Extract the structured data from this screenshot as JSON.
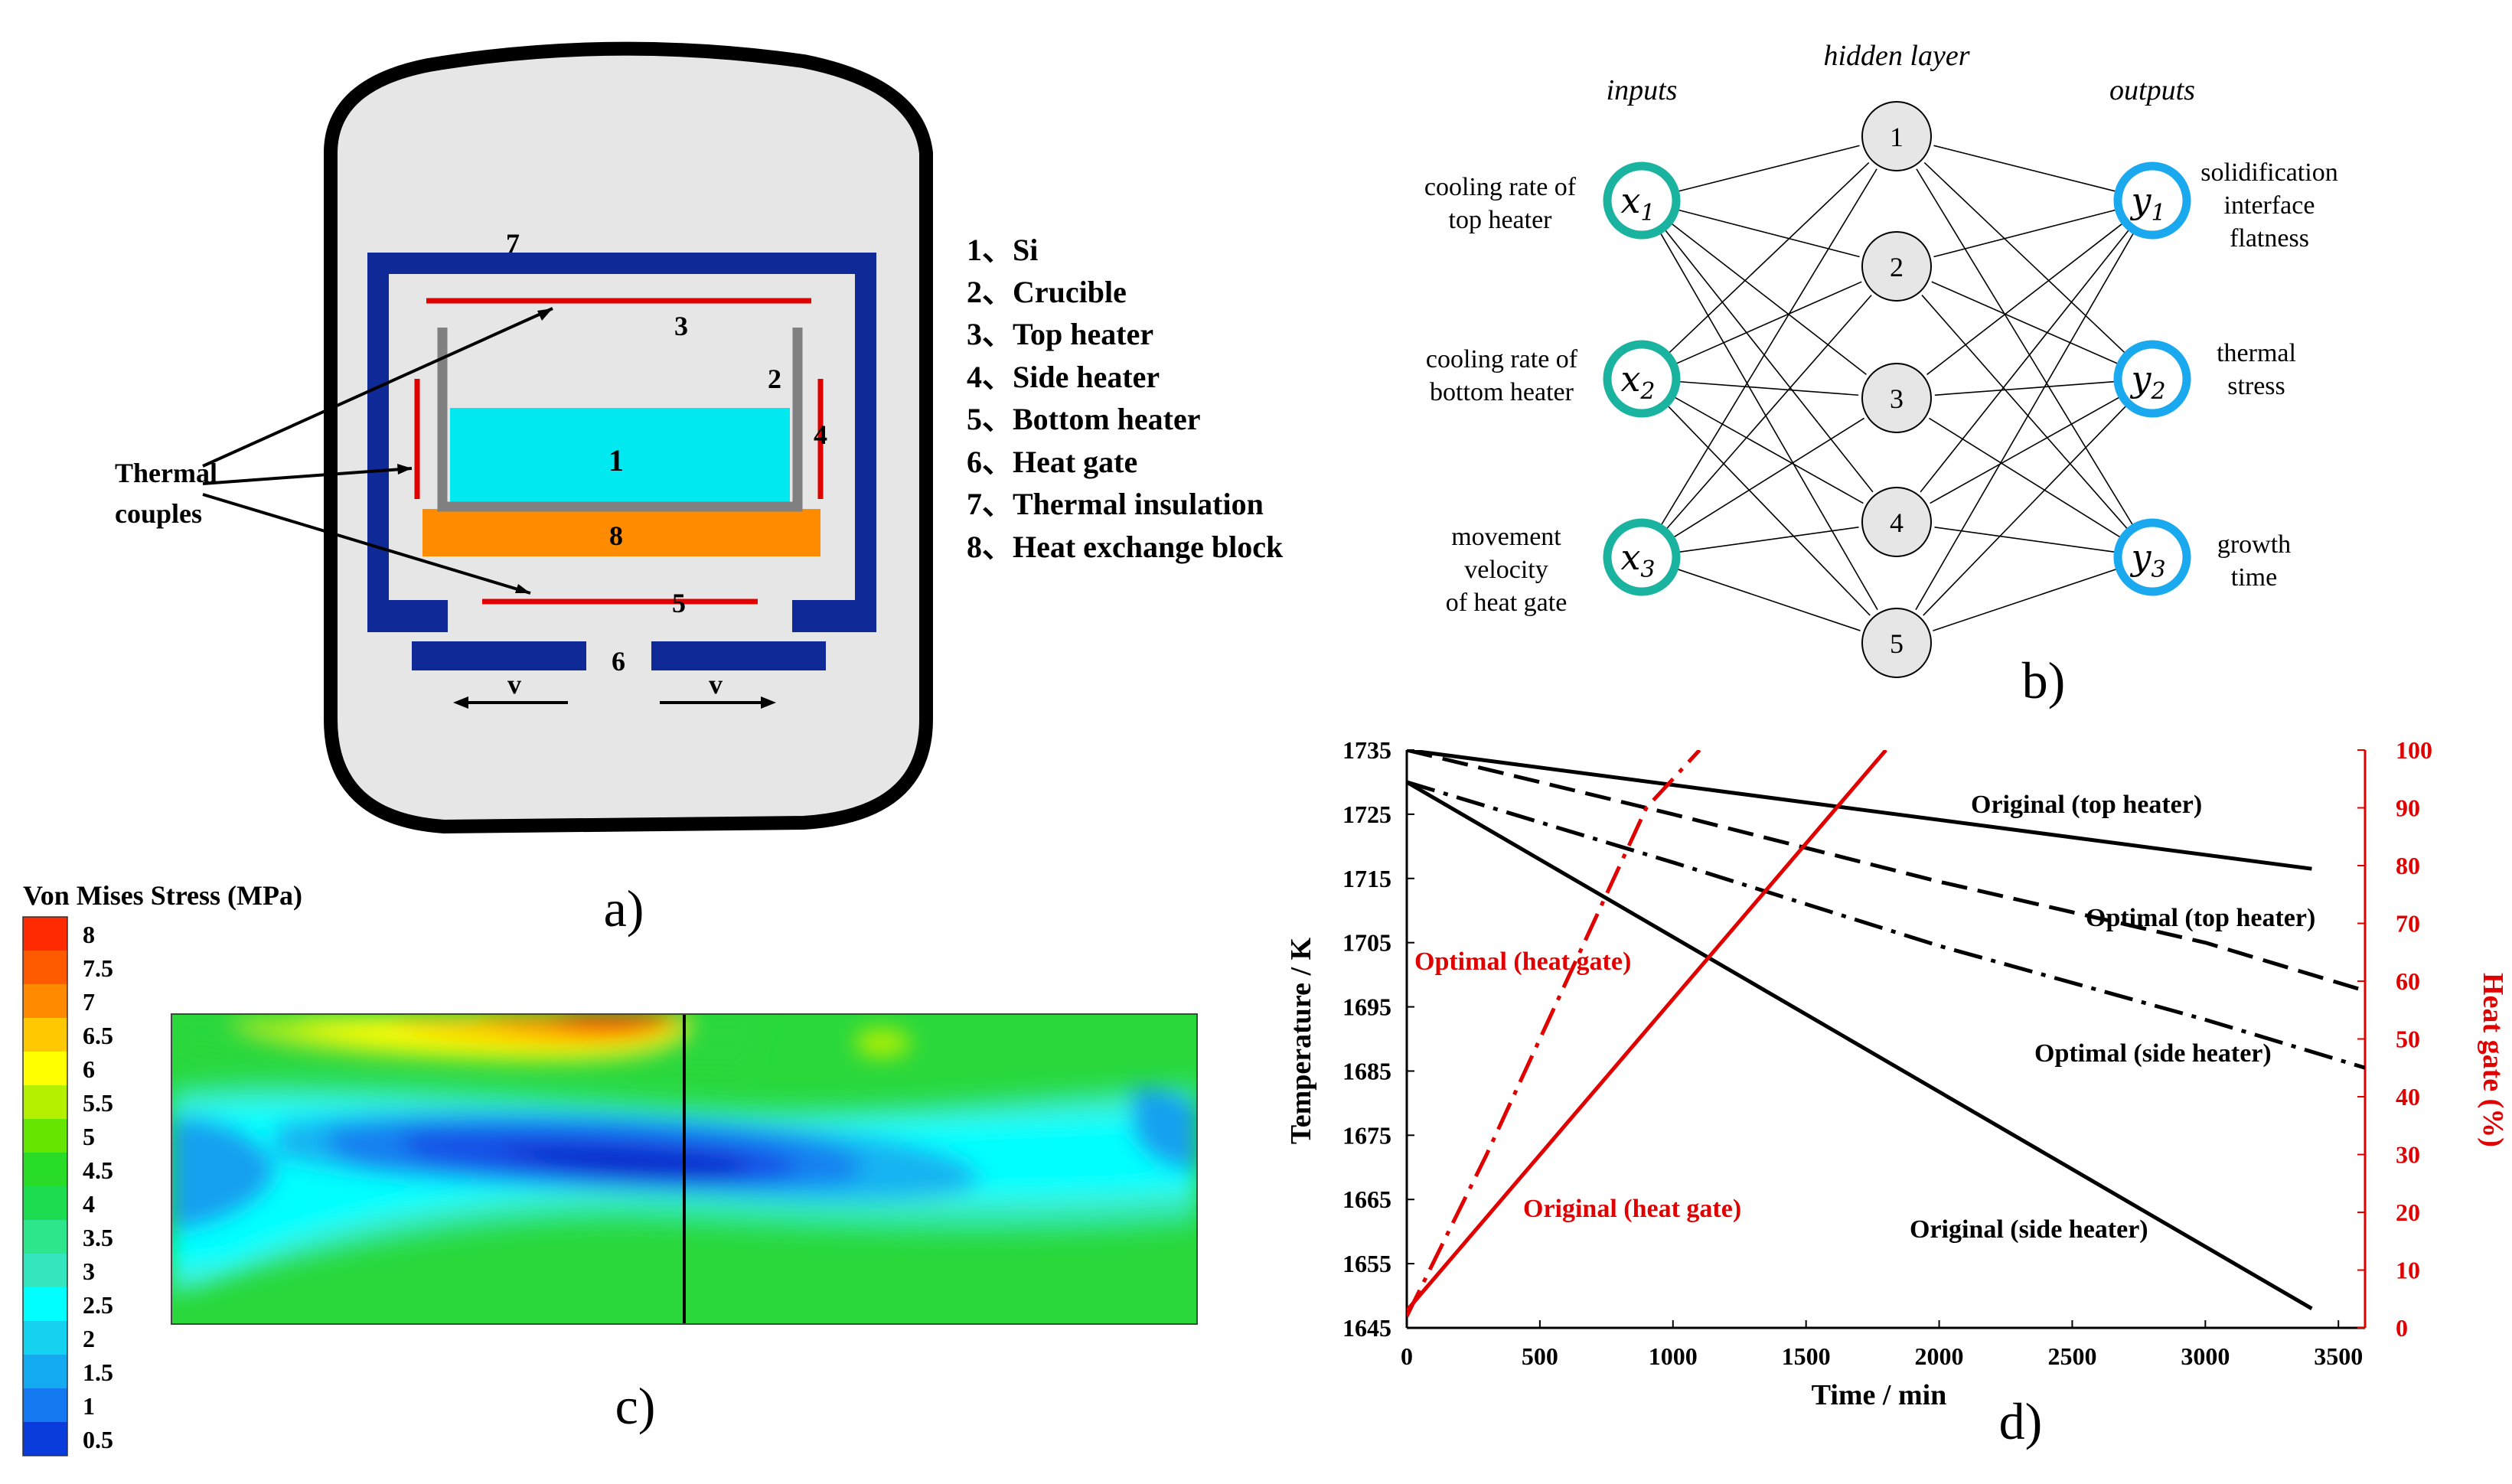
{
  "panel_labels": {
    "a": "a)",
    "b": "b)",
    "c": "c)",
    "d": "d)"
  },
  "furnace": {
    "legend": [
      "1、Si",
      "2、Crucible",
      "3、Top heater",
      "4、Side heater",
      "5、Bottom heater",
      "6、Heat gate",
      "7、Thermal insulation",
      "8、Heat exchange block"
    ],
    "part_numbers": {
      "n1": "1",
      "n2": "2",
      "n3": "3",
      "n4": "4",
      "n5": "5",
      "n6": "6",
      "n7": "7",
      "n8": "8"
    },
    "thermal_couples": [
      "Thermal",
      "couples"
    ],
    "velocity": "v",
    "colors": {
      "insulation": "#0f2a96",
      "silicon": "#00e8f0",
      "block": "#ff8c00",
      "heater": "#e00000",
      "crucible": "#808080",
      "chamber": "#e6e6e6"
    }
  },
  "network": {
    "inputs_title": "inputs",
    "hidden_title": "hidden layer",
    "outputs_title": "outputs",
    "inputs": [
      {
        "symbol": "x",
        "sub": "1",
        "desc": [
          "cooling rate of",
          "top heater"
        ]
      },
      {
        "symbol": "x",
        "sub": "2",
        "desc": [
          "cooling rate of",
          "bottom heater"
        ]
      },
      {
        "symbol": "x",
        "sub": "3",
        "desc": [
          "movement",
          "velocity",
          "of heat gate"
        ]
      }
    ],
    "hidden": [
      "1",
      "2",
      "3",
      "4",
      "5"
    ],
    "outputs": [
      {
        "symbol": "y",
        "sub": "1",
        "desc": [
          "solidification",
          "interface",
          "flatness"
        ]
      },
      {
        "symbol": "y",
        "sub": "2",
        "desc": [
          "thermal",
          "stress"
        ]
      },
      {
        "symbol": "y",
        "sub": "3",
        "desc": [
          "growth",
          "time"
        ]
      }
    ],
    "colors": {
      "input": "#1ab3a0",
      "output": "#1aa8ee",
      "hidden_fill": "#e6e6e6"
    }
  },
  "stress_map": {
    "title": "Von Mises Stress (MPa)",
    "levels": [
      "8",
      "7.5",
      "7",
      "6.5",
      "6",
      "5.5",
      "5",
      "4.5",
      "4",
      "3.5",
      "3",
      "2.5",
      "2",
      "1.5",
      "1",
      "0.5"
    ],
    "colors": [
      "#ff2a00",
      "#ff5a00",
      "#ff8a00",
      "#ffc800",
      "#ffff00",
      "#b4f000",
      "#64e600",
      "#28dc28",
      "#1edc50",
      "#2de68c",
      "#34e6be",
      "#00ffff",
      "#14d2f0",
      "#14aaf0",
      "#1478f0",
      "#0a3cdc"
    ]
  },
  "chart_data": {
    "type": "line",
    "xlabel": "Time / min",
    "ylabel": "Temperature / K",
    "y2label": "Heat gate (%)",
    "xlim": [
      0,
      3600
    ],
    "ylim": [
      1645,
      1735
    ],
    "y2lim": [
      0,
      100
    ],
    "xticks": [
      0,
      500,
      1000,
      1500,
      2000,
      2500,
      3000,
      3500
    ],
    "yticks": [
      1645,
      1655,
      1665,
      1675,
      1685,
      1695,
      1705,
      1715,
      1725,
      1735
    ],
    "y2ticks": [
      0,
      10,
      20,
      30,
      40,
      50,
      60,
      70,
      80,
      90,
      100
    ],
    "grid": false,
    "series": [
      {
        "name": "Original (top heater)",
        "axis": "left",
        "style": "solid",
        "color": "#000000",
        "x": [
          0,
          3400
        ],
        "y": [
          1735,
          1716.5
        ]
      },
      {
        "name": "Optimal (top heater)",
        "axis": "left",
        "style": "dashed",
        "color": "#000000",
        "x": [
          0,
          1000,
          2000,
          3000,
          3600
        ],
        "y": [
          1735,
          1725,
          1714.5,
          1705,
          1697.5
        ]
      },
      {
        "name": "Optimal (side heater)",
        "axis": "left",
        "style": "dashdot",
        "color": "#000000",
        "x": [
          0,
          1000,
          2000,
          3000,
          3600
        ],
        "y": [
          1730,
          1717.5,
          1704.5,
          1693,
          1685.5
        ]
      },
      {
        "name": "Original (side heater)",
        "axis": "left",
        "style": "solid",
        "color": "#000000",
        "x": [
          0,
          3400
        ],
        "y": [
          1730,
          1648
        ]
      },
      {
        "name": "Optimal (heat gate)",
        "axis": "right",
        "style": "dashdot",
        "color": "#e00000",
        "x": [
          0,
          300,
          600,
          900,
          1100
        ],
        "y": [
          2,
          30,
          60,
          90,
          100
        ]
      },
      {
        "name": "Original (heat gate)",
        "axis": "right",
        "style": "solid",
        "color": "#e00000",
        "x": [
          0,
          1800
        ],
        "y": [
          3,
          100
        ]
      }
    ]
  }
}
